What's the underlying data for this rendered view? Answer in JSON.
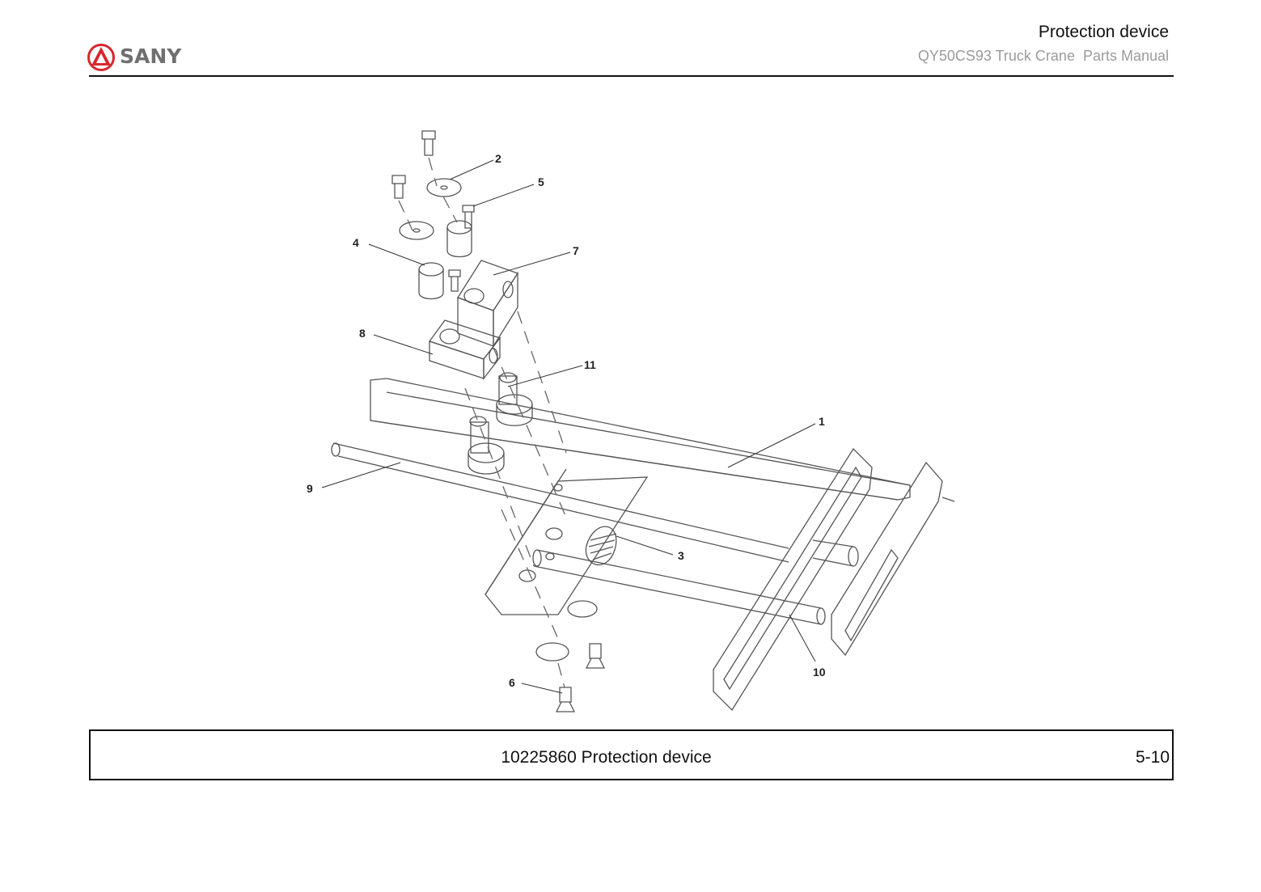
{
  "header": {
    "brand": "SANY",
    "title": "Protection device",
    "subtitle": "QY50CS93 Truck Crane  Parts Manual"
  },
  "drawing": {
    "callouts": [
      "1",
      "2",
      "3",
      "4",
      "5",
      "6",
      "7",
      "8",
      "9",
      "10",
      "11"
    ]
  },
  "footer": {
    "caption": "10225860 Protection device",
    "page": "5-10"
  },
  "colors": {
    "logo_red": "#d8262e",
    "brand_gray": "#6f6f6f",
    "subtitle_gray": "#9b9b9b",
    "line": "#111111"
  }
}
